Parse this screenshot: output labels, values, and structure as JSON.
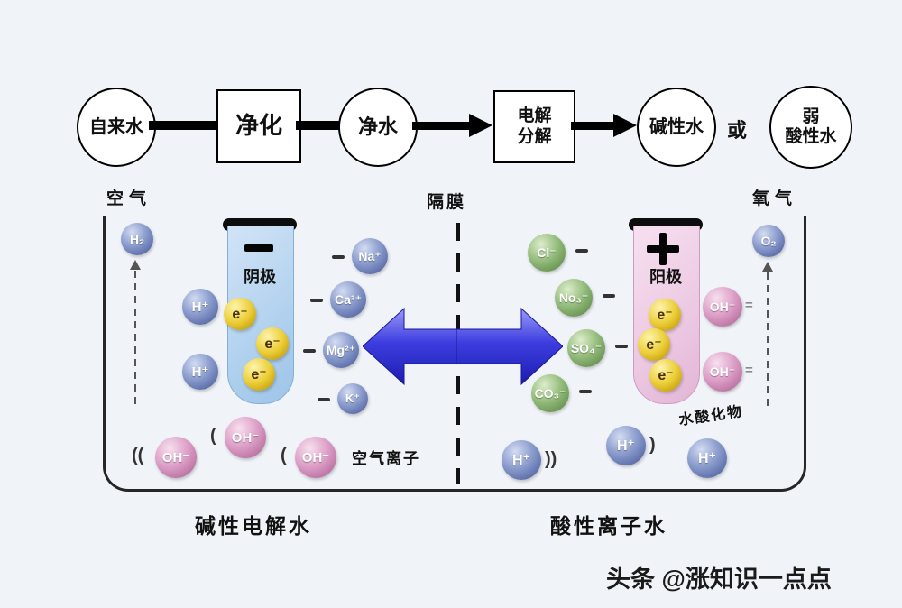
{
  "colors": {
    "background": "#f0f4f8",
    "ion_blue": "#6d81bd",
    "ion_green": "#84b170",
    "ion_pink": "#d292bd",
    "electron_gold": "#e6c52f",
    "cathode_tube": "#b9d8f2",
    "anode_tube": "#f3d4e9",
    "arrow_blue": "#3b3bd8",
    "flow_stroke": "#000000"
  },
  "flowchart": {
    "tap_water": "自来水",
    "purify": "净化",
    "clean_water": "净水",
    "electrolysis": [
      "电解",
      "分解"
    ],
    "alkaline_water": "碱性水",
    "or_text": "或",
    "weak_acid": [
      "弱",
      "酸性水"
    ]
  },
  "labels": {
    "air": "空气",
    "membrane": "隔膜",
    "oxygen": "氧气",
    "cathode": "阴极",
    "anode": "阳极",
    "air_ions": "空气离子",
    "water_oxide": "水酸化物",
    "alkaline_result": "碱性电解水",
    "acidic_result": "酸性离子水",
    "watermark": "头条 @涨知识一点点"
  },
  "particles": {
    "h2": "H₂",
    "o2": "O₂",
    "electron": "e⁻",
    "h_plus": "H⁺",
    "oh_minus": "OH⁻",
    "left_ions": [
      "Na⁺",
      "Ca²⁺",
      "Mg²⁺",
      "K⁺"
    ],
    "right_ions": [
      "Cl⁻",
      "No₃⁻",
      "SO₄⁻",
      "CO₃⁻"
    ]
  },
  "marks": {
    "left": [
      "((",
      "(",
      "("
    ],
    "right": [
      "))",
      ")"
    ],
    "equals": "="
  }
}
